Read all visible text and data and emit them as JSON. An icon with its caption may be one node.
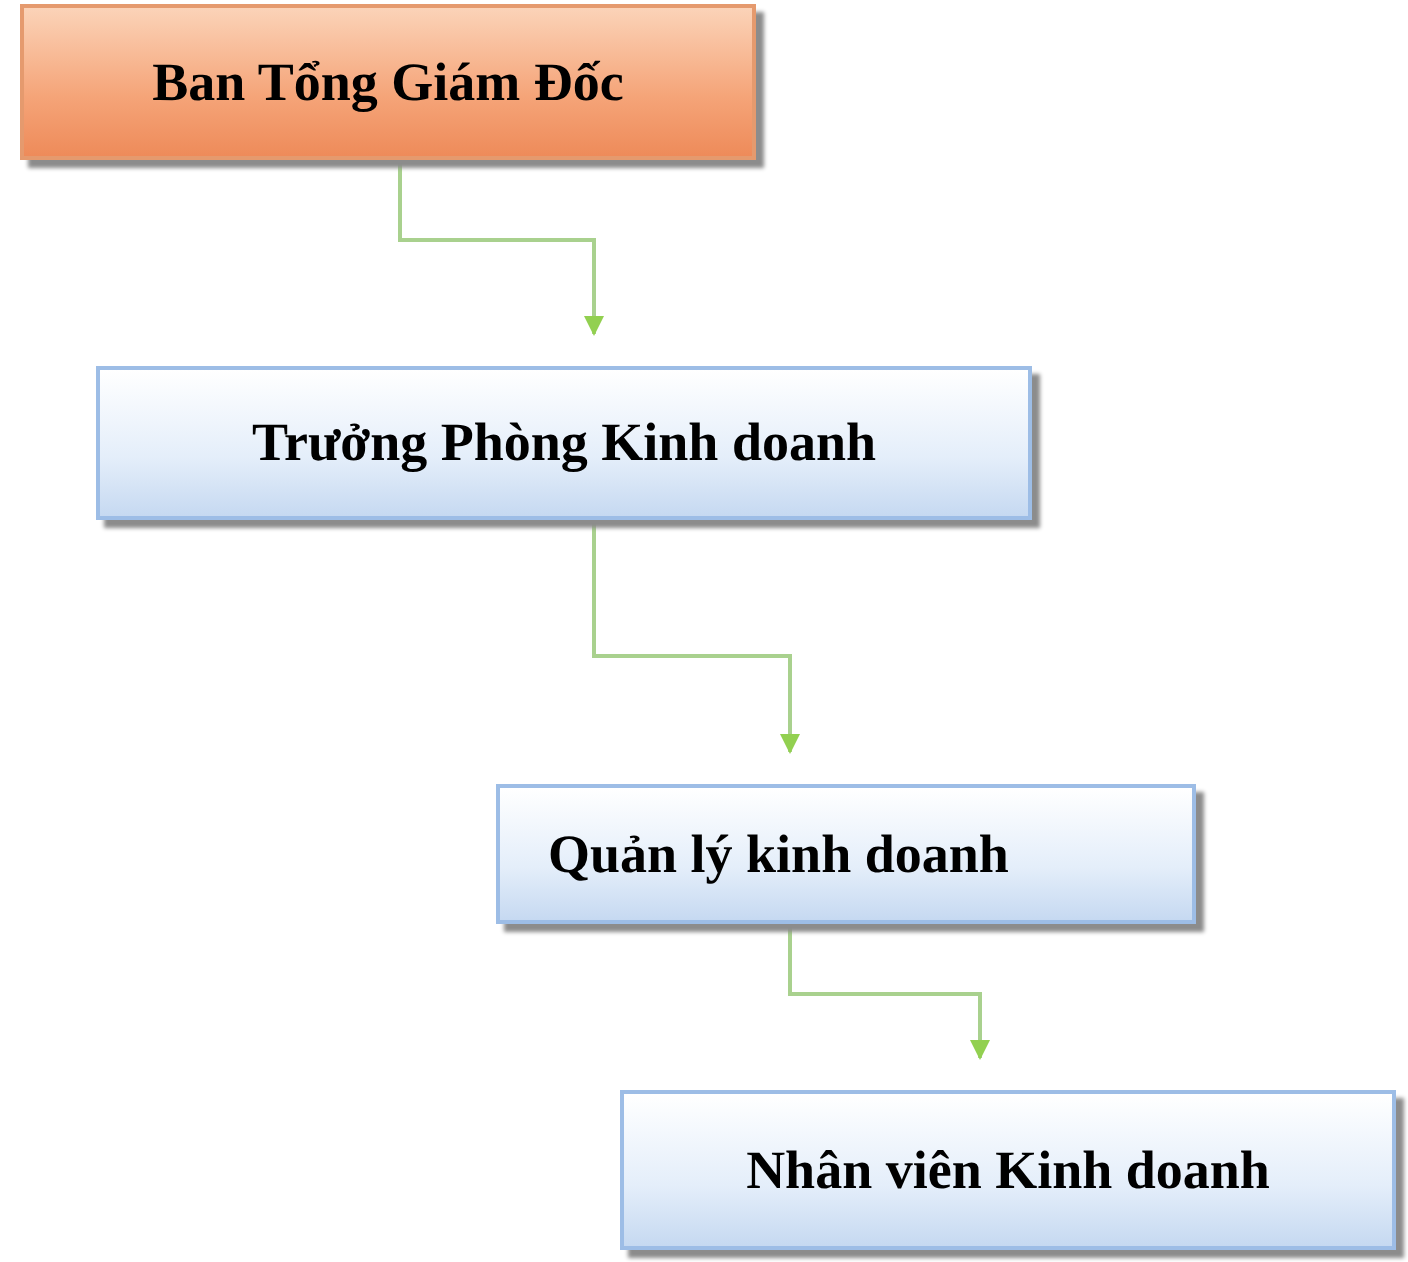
{
  "diagram": {
    "nodes": [
      {
        "text": [
          "Ban Tổng Giám Đốc"
        ]
      },
      {
        "text": [
          "Trưởng Phòng Kinh doanh"
        ]
      },
      {
        "text": [
          "Quản lý kinh doanh"
        ]
      },
      {
        "text": [
          "Nhân viên Kinh doanh"
        ]
      }
    ],
    "edges": [
      {
        "from": 0,
        "to": 1,
        "arrow": "to"
      },
      {
        "from": 1,
        "to": 2,
        "arrow": "to"
      },
      {
        "from": 2,
        "to": 3,
        "arrow": "to"
      }
    ]
  }
}
